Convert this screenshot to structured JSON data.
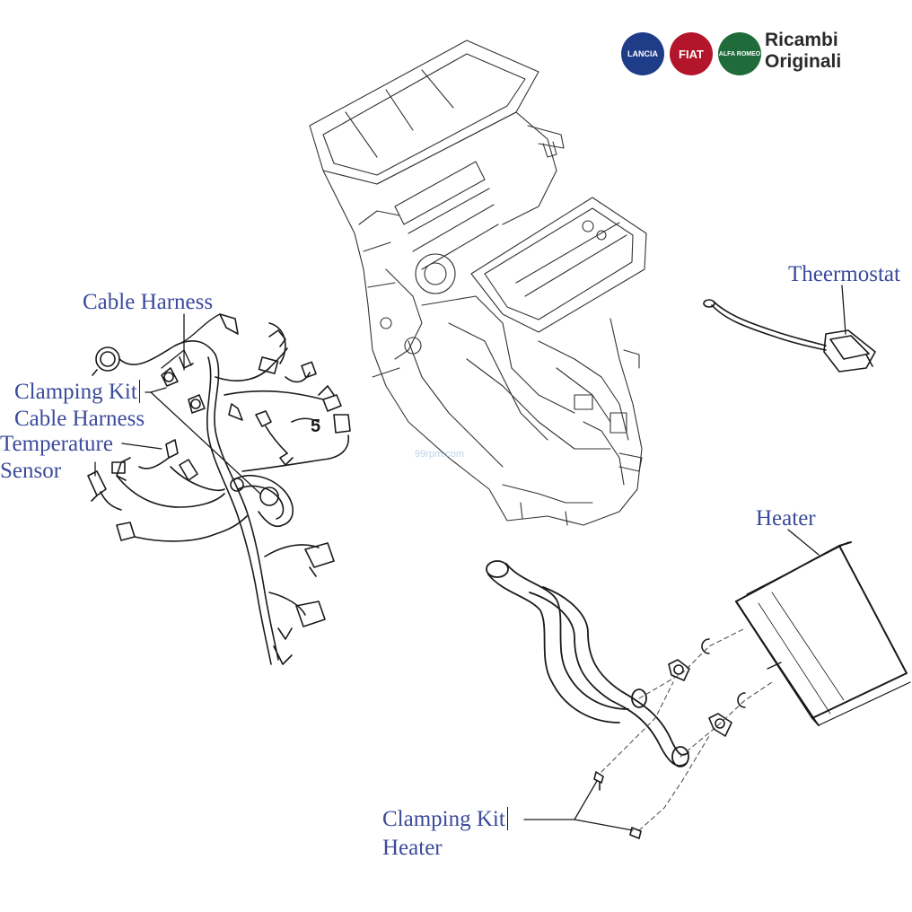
{
  "brand": {
    "logos": [
      {
        "name": "LANCIA",
        "color": "#1f3c88"
      },
      {
        "name": "FIAT",
        "color": "#b3162b"
      },
      {
        "name": "ALFA ROMEO",
        "color": "#1f6b3a"
      }
    ],
    "line1": "Ricambi",
    "line2": "Originali"
  },
  "callout_number": "5",
  "watermark": "99rpm.com",
  "labels": {
    "cable_harness": "Cable Harness",
    "clamping_kit_cable_1": "Clamping Kit",
    "clamping_kit_cable_2": "Cable Harness",
    "temperature_1": "Temperature",
    "temperature_2": "Sensor",
    "thermostat": "Theermostat",
    "heater": "Heater",
    "clamping_kit_heater_1": "Clamping Kit",
    "clamping_kit_heater_2": "Heater"
  },
  "colors": {
    "label": "#3b4a9b",
    "line": "#1a1a1a",
    "watermark": "#8fb4d8"
  }
}
